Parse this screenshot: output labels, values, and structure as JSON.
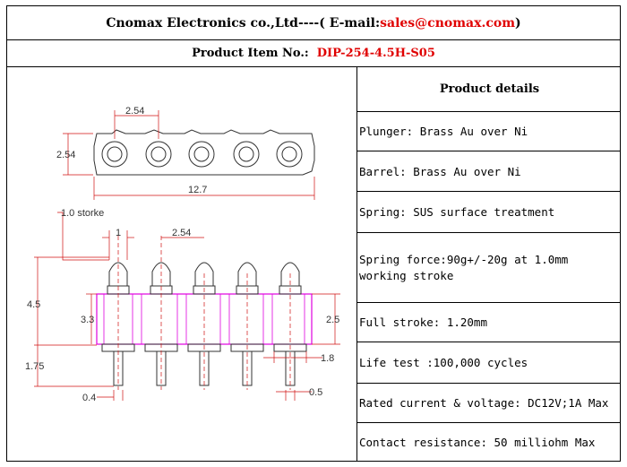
{
  "header": {
    "company": "Cnomax Electronics co.,Ltd",
    "separator": "----( E-mail: ",
    "email": "sales@cnomax.com",
    "close": ")"
  },
  "item": {
    "label": "Product Item No.:",
    "number": "DIP-254-4.5H-S05"
  },
  "drawing": {
    "top_pitch": "2.54",
    "top_height": "2.54",
    "top_length": "12.7",
    "stroke_note": "1.0 storke",
    "dim_1": "1",
    "front_pitch": "2.54",
    "dim_4_5": "4.5",
    "dim_3_3": "3.3",
    "dim_2_5": "2.5",
    "dim_1_75": "1.75",
    "dim_1_8": "1.8",
    "dim_0_4": "0.4",
    "dim_0_5": "0.5"
  },
  "details": {
    "title": "Product details",
    "rows": [
      "Plunger: Brass Au over Ni",
      "Barrel: Brass Au over Ni",
      "Spring: SUS surface treatment",
      "Spring force:90g+/-20g at 1.0mm working stroke",
      "Full stroke: 1.20mm",
      "Life test :100,000 cycles",
      "Rated current & voltage: DC12V;1A Max",
      "Contact resistance: 50 milliohm Max"
    ]
  },
  "colors": {
    "accent_red": "#e00000",
    "insulator_magenta": "#e000e0",
    "dimension_red": "#d01010"
  }
}
